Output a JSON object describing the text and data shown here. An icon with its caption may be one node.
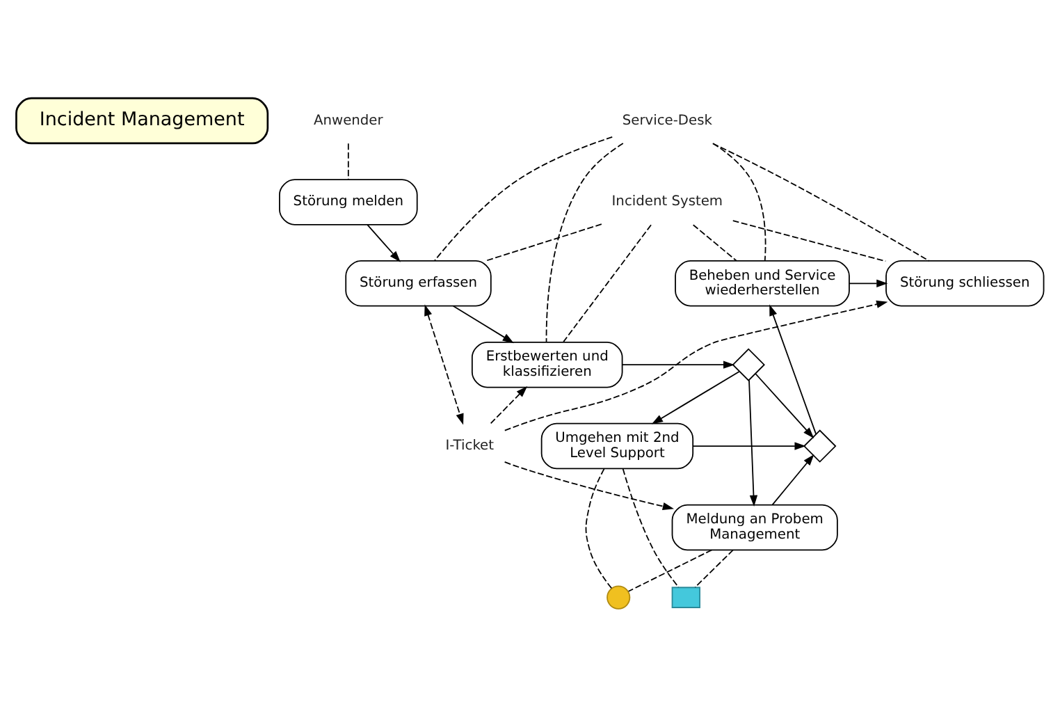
{
  "diagram": {
    "nodes": [
      {
        "text": [
          "Incident Management"
        ]
      },
      {
        "text": [
          "Anwender"
        ]
      },
      {
        "text": [
          "Service-Desk"
        ]
      },
      {
        "text": [
          "Störung melden"
        ]
      },
      {
        "text": [
          "Incident System"
        ]
      },
      {
        "text": [
          "Störung erfassen"
        ]
      },
      {
        "text": [
          "Beheben und Service wiederherstellen"
        ]
      },
      {
        "text": [
          "Störung schliessen"
        ]
      },
      {
        "text": [
          "Erstbewerten und klassifizieren"
        ]
      },
      {
        "text": [],
        "shape": "diamond"
      },
      {
        "text": [],
        "shape": "diamond"
      },
      {
        "text": [
          "Umgehen mit 2nd Level Support"
        ]
      },
      {
        "text": [
          "I-Ticket"
        ]
      },
      {
        "text": [
          "Meldung an Probem Management"
        ]
      },
      {
        "text": [],
        "shape": "person"
      },
      {
        "text": [],
        "shape": "box"
      }
    ],
    "edges": [
      {
        "from": 1,
        "to": 3,
        "arrow": "none",
        "style": "dashed"
      },
      {
        "from": 3,
        "to": 5,
        "arrow": "to"
      },
      {
        "from": 2,
        "to": 5,
        "arrow": "none",
        "style": "dashed"
      },
      {
        "from": 2,
        "to": 8,
        "arrow": "none",
        "style": "dashed"
      },
      {
        "from": 2,
        "to": 6,
        "arrow": "none",
        "style": "dashed"
      },
      {
        "from": 2,
        "to": 7,
        "arrow": "none",
        "style": "dashed"
      },
      {
        "from": 4,
        "to": 5,
        "arrow": "none",
        "style": "dashed"
      },
      {
        "from": 4,
        "to": 8,
        "arrow": "none",
        "style": "dashed"
      },
      {
        "from": 4,
        "to": 6,
        "arrow": "none",
        "style": "dashed"
      },
      {
        "from": 4,
        "to": 7,
        "arrow": "none",
        "style": "dashed"
      },
      {
        "from": 5,
        "to": 8,
        "arrow": "to"
      },
      {
        "from": 5,
        "to": 12,
        "arrow": "both",
        "style": "dashed"
      },
      {
        "from": 12,
        "to": 8,
        "arrow": "to",
        "style": "dashed"
      },
      {
        "from": 12,
        "to": 7,
        "arrow": "to",
        "style": "dashed"
      },
      {
        "from": 12,
        "to": 13,
        "arrow": "to",
        "style": "dashed"
      },
      {
        "from": 8,
        "to": 9,
        "arrow": "to"
      },
      {
        "from": 9,
        "to": 10,
        "arrow": "to"
      },
      {
        "from": 9,
        "to": 11,
        "arrow": "to"
      },
      {
        "from": 9,
        "to": 13,
        "arrow": "to"
      },
      {
        "from": 11,
        "to": 10,
        "arrow": "to"
      },
      {
        "from": 13,
        "to": 10,
        "arrow": "to"
      },
      {
        "from": 10,
        "to": 6,
        "arrow": "to"
      },
      {
        "from": 6,
        "to": 7,
        "arrow": "to"
      },
      {
        "from": 11,
        "to": 14,
        "arrow": "none",
        "style": "dashed"
      },
      {
        "from": 11,
        "to": 15,
        "arrow": "none",
        "style": "dashed"
      },
      {
        "from": 13,
        "to": 14,
        "arrow": "none",
        "style": "dashed"
      },
      {
        "from": 13,
        "to": 15,
        "arrow": "none",
        "style": "dashed"
      }
    ]
  }
}
